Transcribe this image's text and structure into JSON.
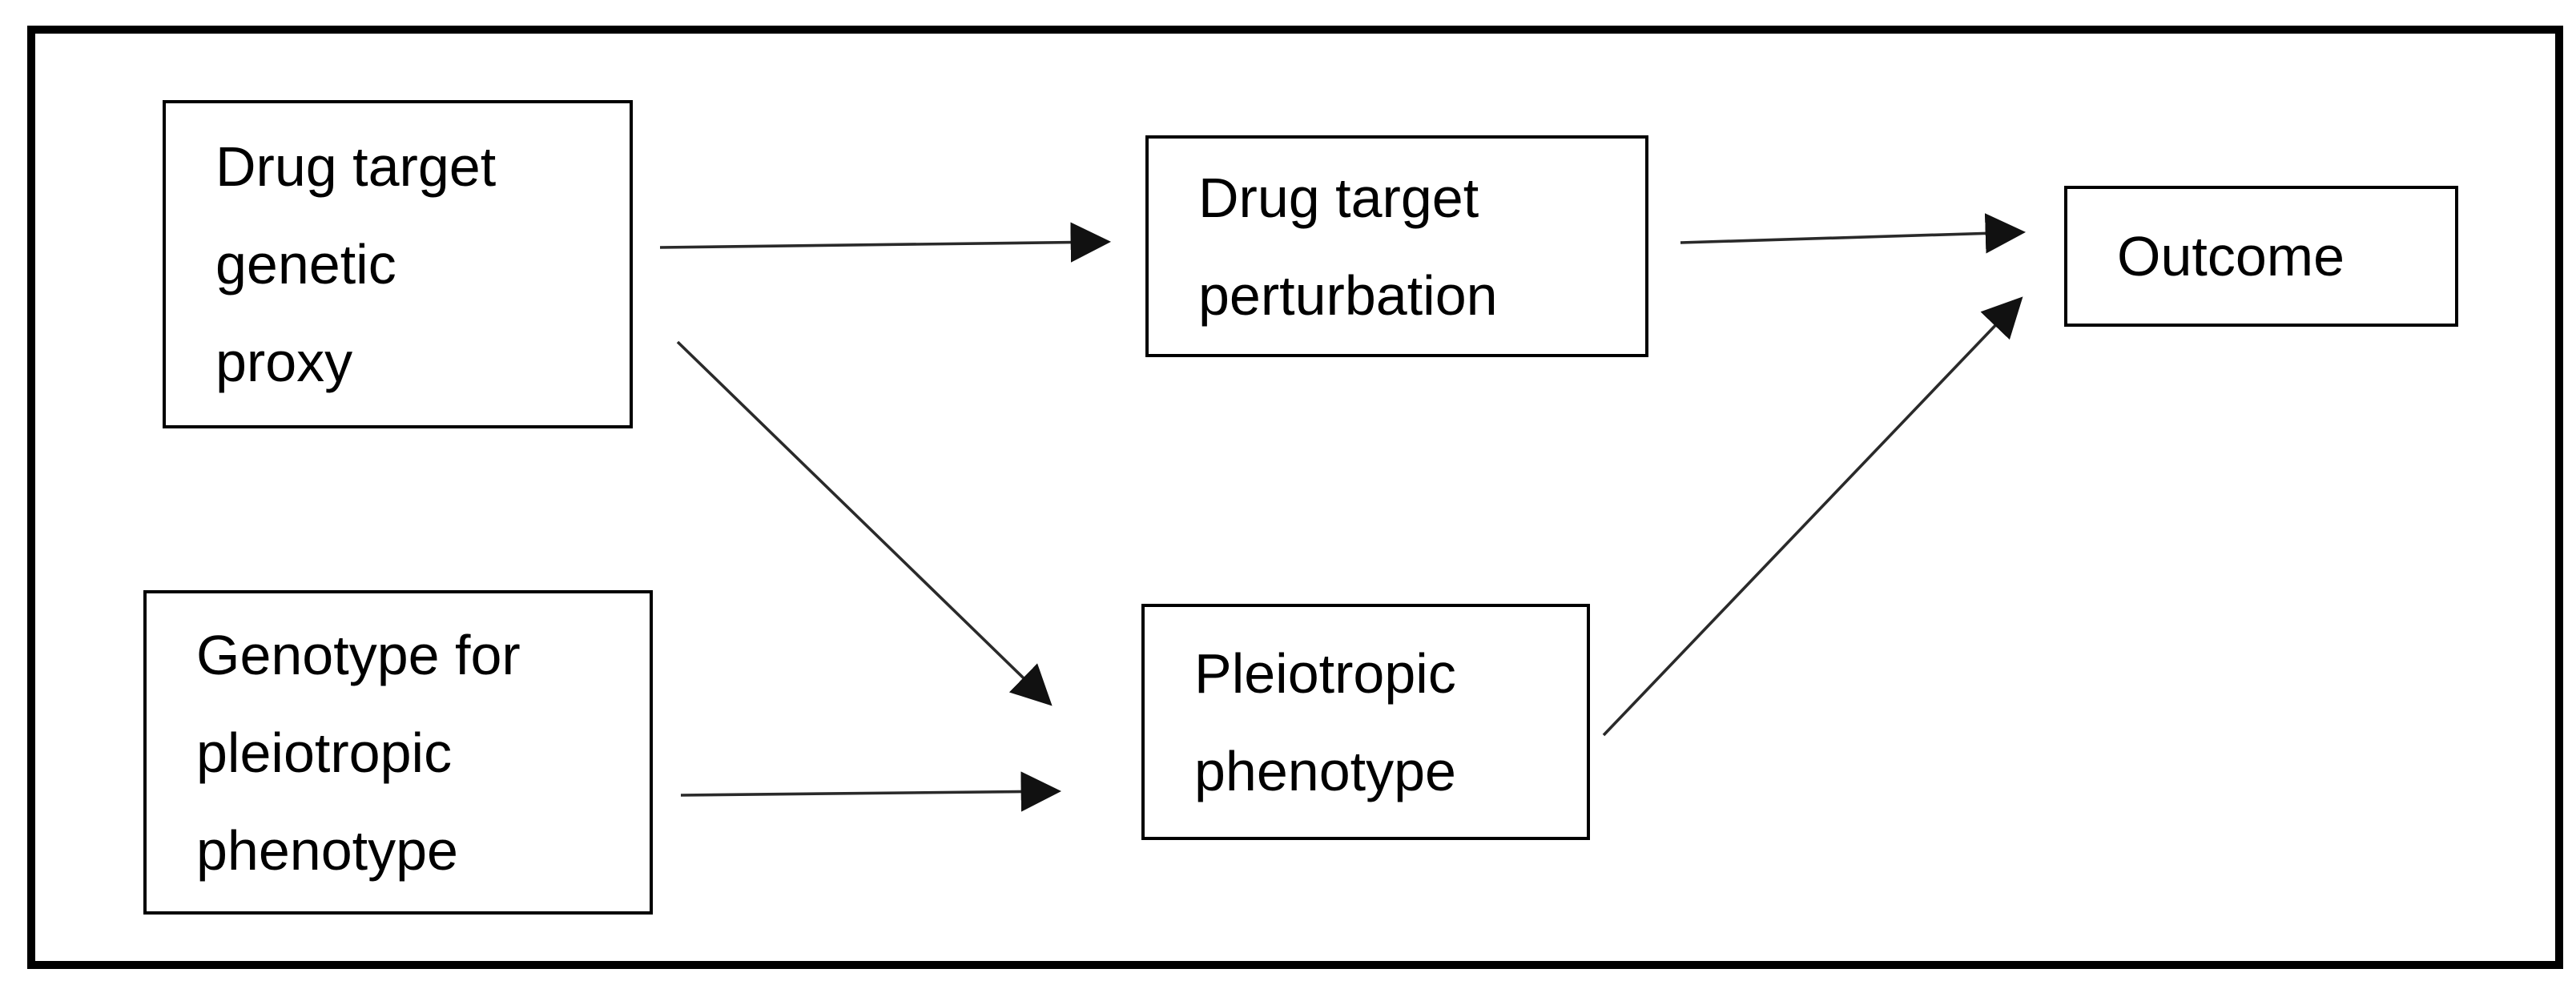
{
  "diagram": {
    "type": "flow-diagram",
    "background": "#ffffff",
    "frame_color": "#000000",
    "line_color": "#2a2a2a",
    "text_color": "#000000",
    "nodes": [
      {
        "id": "drug-target-genetic-proxy",
        "label": "Drug target genetic proxy",
        "lines": [
          "Drug target",
          "genetic",
          "proxy"
        ]
      },
      {
        "id": "drug-target-perturbation",
        "label": "Drug target perturbation",
        "lines": [
          "Drug target",
          "perturbation"
        ]
      },
      {
        "id": "outcome",
        "label": "Outcome",
        "lines": [
          "Outcome"
        ]
      },
      {
        "id": "genotype-for-pleiotropic-phenotype",
        "label": "Genotype for pleiotropic phenotype",
        "lines": [
          "Genotype for",
          "pleiotropic",
          "phenotype"
        ]
      },
      {
        "id": "pleiotropic-phenotype",
        "label": "Pleiotropic phenotype",
        "lines": [
          "Pleiotropic",
          "phenotype"
        ]
      }
    ],
    "edges": [
      {
        "from": "drug-target-genetic-proxy",
        "to": "drug-target-perturbation",
        "style": "arrow"
      },
      {
        "from": "drug-target-genetic-proxy",
        "to": "pleiotropic-phenotype",
        "style": "arrow"
      },
      {
        "from": "genotype-for-pleiotropic-phenotype",
        "to": "pleiotropic-phenotype",
        "style": "arrow"
      },
      {
        "from": "drug-target-perturbation",
        "to": "outcome",
        "style": "arrow"
      },
      {
        "from": "pleiotropic-phenotype",
        "to": "outcome",
        "style": "arrow"
      }
    ]
  }
}
